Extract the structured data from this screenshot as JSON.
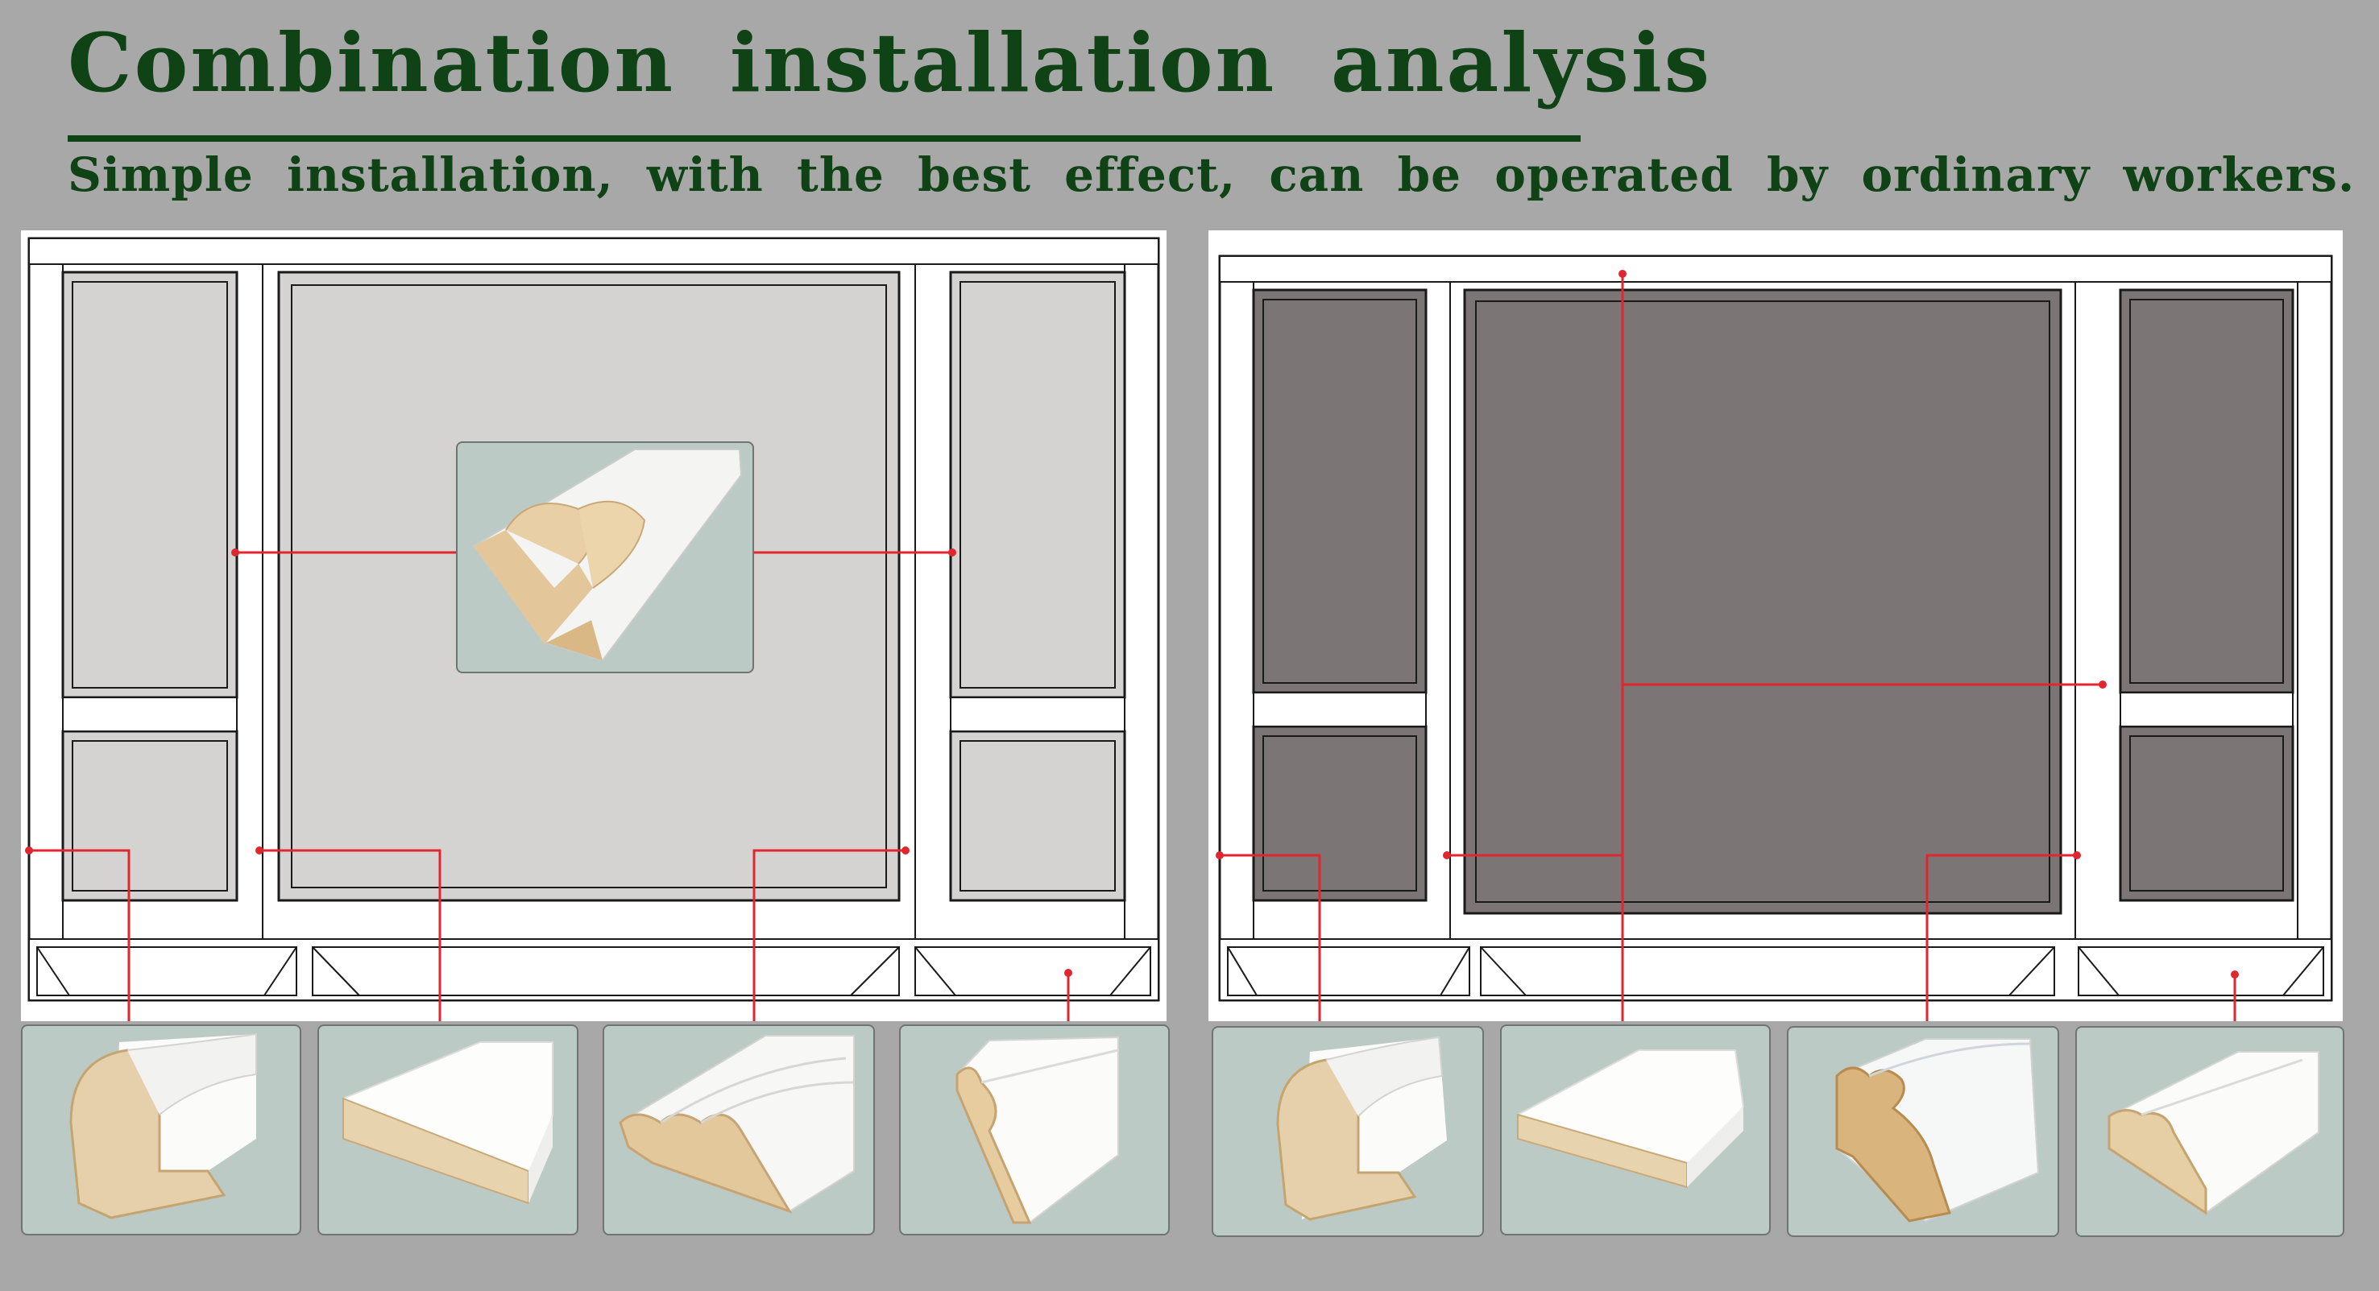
{
  "header": {
    "title": "Combination installation analysis",
    "subtitle": "Simple installation, with the best effect, can be operated by ordinary workers."
  },
  "colors": {
    "title_green": "#0f4214",
    "background_gray": "#a8a8a8",
    "left_panel_fill": "#d4d3d1",
    "right_panel_fill": "#7b7575",
    "leader_line_red": "#e0262e",
    "tile_bg": "#bccac6"
  },
  "diagrams": [
    {
      "name": "left-wall-panel-elevation",
      "panel_tone": "light-gray"
    },
    {
      "name": "right-wall-panel-elevation",
      "panel_tone": "dark-gray"
    }
  ],
  "profile_tiles": [
    {
      "name": "center-moulding-profile",
      "icon": "beveled-panel-moulding"
    },
    {
      "name": "left-row-profile-1",
      "icon": "rounded-bead-moulding"
    },
    {
      "name": "left-row-profile-2",
      "icon": "flat-board"
    },
    {
      "name": "left-row-profile-3",
      "icon": "stepped-crown-moulding"
    },
    {
      "name": "left-row-profile-4",
      "icon": "skirting-board"
    },
    {
      "name": "right-row-profile-1",
      "icon": "rounded-bead-moulding"
    },
    {
      "name": "right-row-profile-2",
      "icon": "flat-board"
    },
    {
      "name": "right-row-profile-3",
      "icon": "ogee-moulding"
    },
    {
      "name": "right-row-profile-4",
      "icon": "ogee-skirting"
    }
  ]
}
